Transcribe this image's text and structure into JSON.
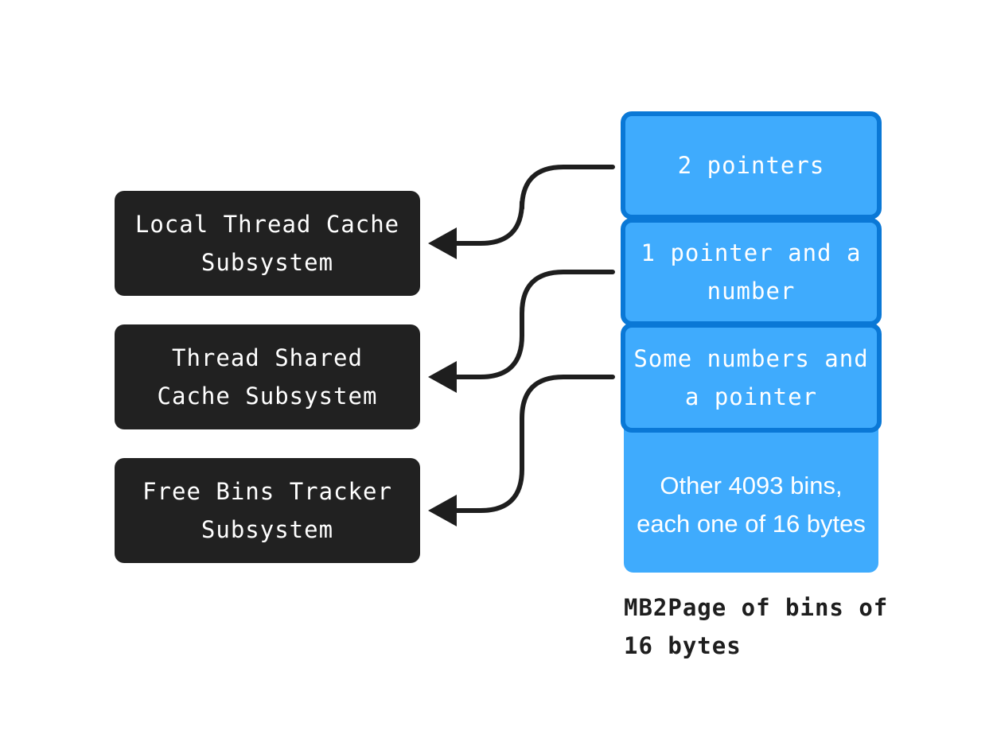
{
  "subsystems": {
    "local_thread_cache": "Local Thread Cache Subsystem",
    "thread_shared_cache": "Thread Shared Cache Subsystem",
    "free_bins_tracker": "Free Bins Tracker Subsystem"
  },
  "bins": {
    "bin_1": "2 pointers",
    "bin_2": "1 pointer and a number",
    "bin_3": "Some numbers and a pointer",
    "other": "Other 4093 bins, each one of 16 bytes"
  },
  "caption": "MB2Page of bins of 16 bytes",
  "colors": {
    "subsystem_fill": "#212121",
    "bin_fill": "#3fabfd",
    "bin_border": "#0a78d6",
    "connector": "#1e1e1e"
  }
}
